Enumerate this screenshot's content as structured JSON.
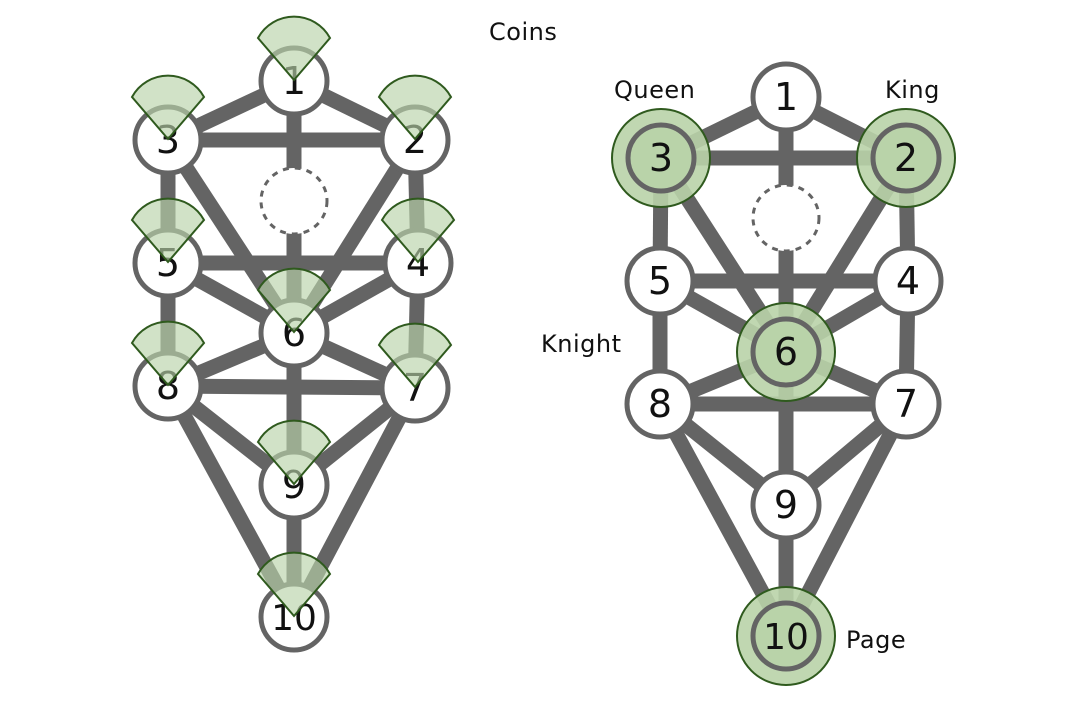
{
  "title": "Coins",
  "colors": {
    "path": "#646464",
    "node_stroke": "#646464",
    "node_fill": "#ffffff",
    "highlight_fill": "#b9d3a9",
    "highlight_stroke": "#2f5a1e",
    "text": "#111111"
  },
  "trees": [
    {
      "name": "suit-tree",
      "sephirot": [
        {
          "id": 1,
          "label": "1",
          "marker": "wedge"
        },
        {
          "id": 2,
          "label": "2",
          "marker": "wedge"
        },
        {
          "id": 3,
          "label": "3",
          "marker": "wedge"
        },
        {
          "id": 4,
          "label": "4",
          "marker": "wedge"
        },
        {
          "id": 5,
          "label": "5",
          "marker": "wedge"
        },
        {
          "id": 6,
          "label": "6",
          "marker": "wedge"
        },
        {
          "id": 7,
          "label": "7",
          "marker": "wedge"
        },
        {
          "id": 8,
          "label": "8",
          "marker": "wedge"
        },
        {
          "id": 9,
          "label": "9",
          "marker": "wedge"
        },
        {
          "id": 10,
          "label": "10",
          "marker": "wedge"
        }
      ]
    },
    {
      "name": "court-tree",
      "sephirot": [
        {
          "id": 1,
          "label": "1",
          "marker": "none"
        },
        {
          "id": 2,
          "label": "2",
          "marker": "ring"
        },
        {
          "id": 3,
          "label": "3",
          "marker": "ring"
        },
        {
          "id": 4,
          "label": "4",
          "marker": "none"
        },
        {
          "id": 5,
          "label": "5",
          "marker": "none"
        },
        {
          "id": 6,
          "label": "6",
          "marker": "ring"
        },
        {
          "id": 7,
          "label": "7",
          "marker": "none"
        },
        {
          "id": 8,
          "label": "8",
          "marker": "none"
        },
        {
          "id": 9,
          "label": "9",
          "marker": "none"
        },
        {
          "id": 10,
          "label": "10",
          "marker": "ring"
        }
      ],
      "court_labels": {
        "queen": "Queen",
        "king": "King",
        "knight": "Knight",
        "page": "Page"
      }
    }
  ],
  "paths": [
    [
      1,
      2
    ],
    [
      1,
      3
    ],
    [
      2,
      3
    ],
    [
      2,
      4
    ],
    [
      3,
      5
    ],
    [
      2,
      6
    ],
    [
      3,
      6
    ],
    [
      4,
      5
    ],
    [
      4,
      6
    ],
    [
      5,
      6
    ],
    [
      4,
      7
    ],
    [
      5,
      8
    ],
    [
      6,
      7
    ],
    [
      6,
      8
    ],
    [
      7,
      8
    ],
    [
      6,
      9
    ],
    [
      7,
      9
    ],
    [
      8,
      9
    ],
    [
      7,
      10
    ],
    [
      8,
      10
    ],
    [
      9,
      10
    ],
    [
      1,
      6
    ]
  ]
}
